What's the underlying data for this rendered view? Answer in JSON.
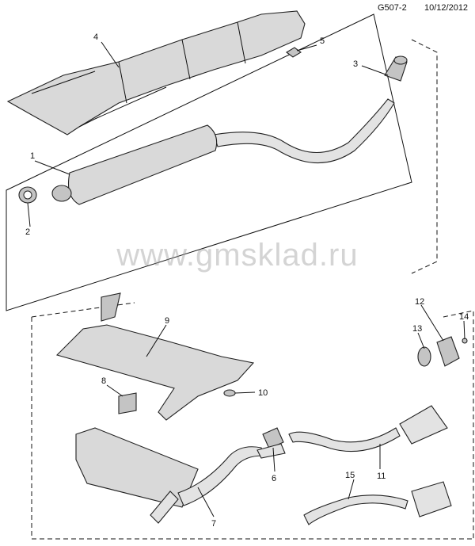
{
  "header": {
    "drawing_code": "G507-2",
    "date": "10/12/2012"
  },
  "watermark": "www.gmsklad.ru",
  "callouts": {
    "c1": "1",
    "c2": "2",
    "c3": "3",
    "c4": "4",
    "c5": "5",
    "c6": "6",
    "c7": "7",
    "c8": "8",
    "c9": "9",
    "c10": "10",
    "c11": "11",
    "c12": "12",
    "c13": "13",
    "c14": "14",
    "c15": "15"
  }
}
